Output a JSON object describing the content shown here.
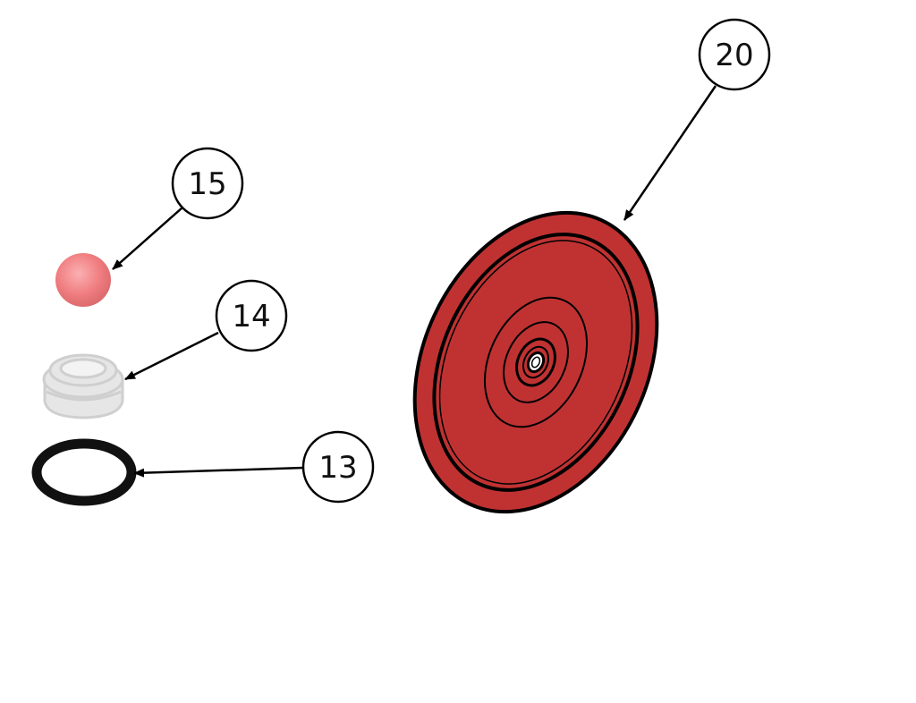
{
  "balloons": {
    "part_15": "15",
    "part_14": "14",
    "part_13": "13",
    "part_20": "20"
  },
  "parts": {
    "ball": {
      "icon": "ball-icon",
      "color": "#f07d80"
    },
    "seal": {
      "icon": "seal-icon",
      "color": "#d9d9d9"
    },
    "o_ring": {
      "icon": "o-ring-icon",
      "color": "#111111"
    },
    "diaphragm": {
      "icon": "diaphragm-icon",
      "color": "#c03232"
    }
  }
}
